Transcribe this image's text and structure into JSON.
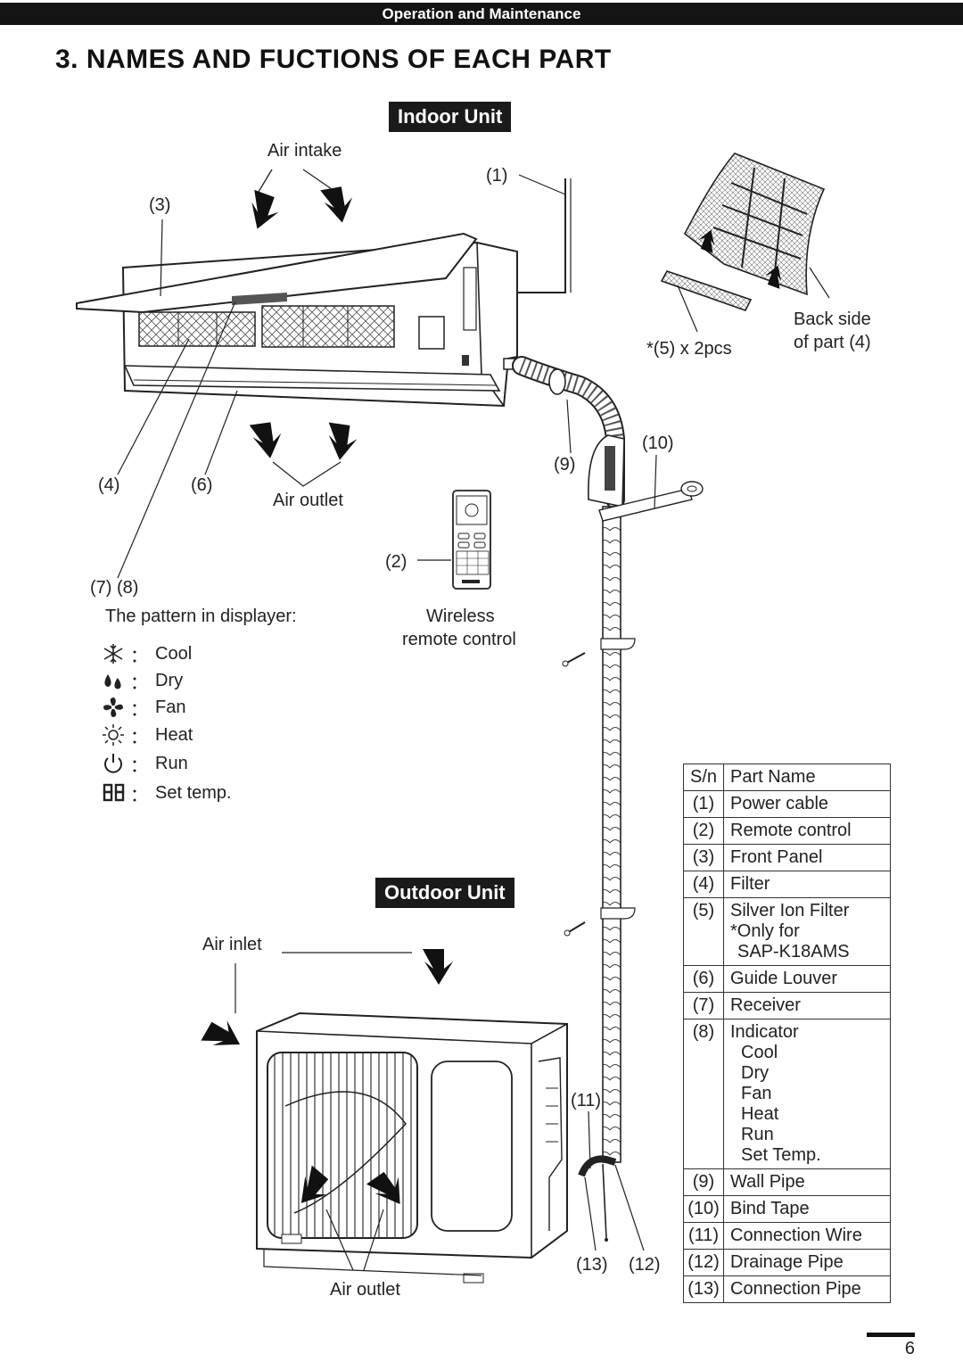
{
  "header": {
    "section": "Operation and Maintenance"
  },
  "title": "3.  NAMES AND FUCTIONS OF EACH PART",
  "indoor": {
    "tag": "Indoor Unit",
    "air_intake": "Air intake",
    "air_outlet": "Air outlet",
    "callouts": {
      "c1": "(1)",
      "c2": "(2)",
      "c3": "(3)",
      "c4": "(4)",
      "c6": "(6)",
      "c78": "(7) (8)",
      "c9": "(9)",
      "c10": "(10)"
    },
    "filter_note": "*(5) x 2pcs",
    "back_side_1": "Back side",
    "back_side_2": "of part (4)",
    "remote_1": "Wireless",
    "remote_2": "remote control"
  },
  "display_pattern": {
    "heading": "The pattern in displayer:",
    "items": [
      {
        "icon": "snowflake-icon",
        "label": "Cool"
      },
      {
        "icon": "droplets-icon",
        "label": "Dry"
      },
      {
        "icon": "fan-icon",
        "label": "Fan"
      },
      {
        "icon": "sun-icon",
        "label": "Heat"
      },
      {
        "icon": "power-icon",
        "label": "Run"
      },
      {
        "icon": "seven-segment-icon",
        "label": "Set temp."
      }
    ],
    "separator": "："
  },
  "outdoor": {
    "tag": "Outdoor Unit",
    "air_inlet": "Air inlet",
    "air_outlet": "Air outlet",
    "callouts": {
      "c11": "(11)",
      "c12": "(12)",
      "c13": "(13)"
    }
  },
  "parts_table": {
    "headers": [
      "S/n",
      "Part Name"
    ],
    "rows": [
      {
        "sn": "(1)",
        "name": "Power cable"
      },
      {
        "sn": "(2)",
        "name": "Remote control"
      },
      {
        "sn": "(3)",
        "name": "Front Panel"
      },
      {
        "sn": "(4)",
        "name": "Filter"
      },
      {
        "sn": "(5)",
        "name": "Silver Ion Filter",
        "sub": [
          "*Only for",
          " SAP-K18AMS"
        ]
      },
      {
        "sn": "(6)",
        "name": "Guide Louver"
      },
      {
        "sn": "(7)",
        "name": "Receiver"
      },
      {
        "sn": "(8)",
        "name": "Indicator",
        "sub": [
          "Cool",
          "Dry",
          "Fan",
          "Heat",
          "Run",
          "Set Temp."
        ]
      },
      {
        "sn": "(9)",
        "name": "Wall Pipe"
      },
      {
        "sn": "(10)",
        "name": "Bind Tape"
      },
      {
        "sn": "(11)",
        "name": "Connection Wire"
      },
      {
        "sn": "(12)",
        "name": "Drainage Pipe"
      },
      {
        "sn": "(13)",
        "name": "Connection Pipe"
      }
    ]
  },
  "page_number": "6"
}
